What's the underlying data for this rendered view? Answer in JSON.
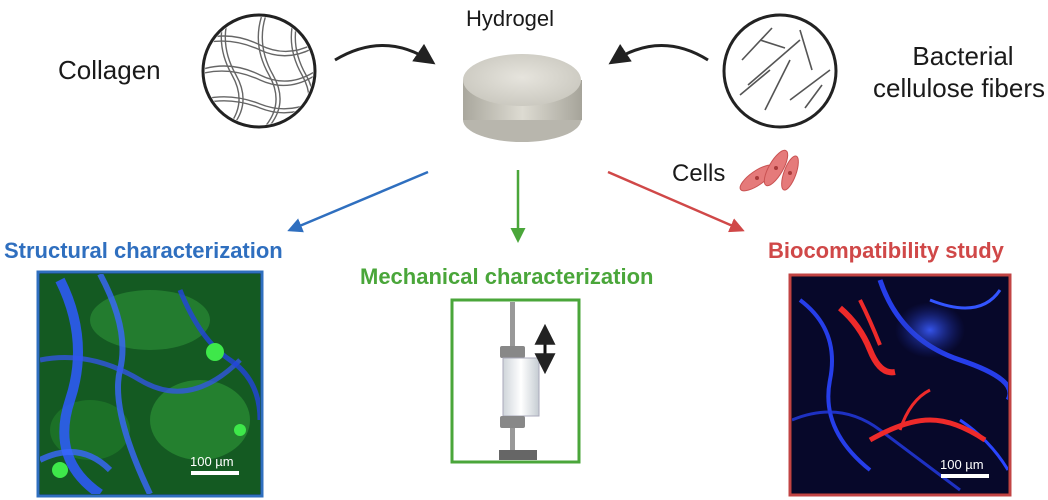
{
  "inputs": {
    "left_label": "Collagen",
    "right_label_line1": "Bacterial",
    "right_label_line2": "cellulose fibers"
  },
  "center": {
    "title": "Hydrogel"
  },
  "cells_label": "Cells",
  "branches": {
    "structural": {
      "title": "Structural characterization",
      "scale_label": "100 µm"
    },
    "mechanical": {
      "title": "Mechanical characterization"
    },
    "biocompat": {
      "title": "Biocompatibility study",
      "scale_label": "100 µm"
    }
  },
  "colors": {
    "structural": "#2f6fbf",
    "mechanical": "#4aa63a",
    "biocompat": "#d04848",
    "cells": "#e06a6a",
    "arrow_dark": "#222222"
  }
}
